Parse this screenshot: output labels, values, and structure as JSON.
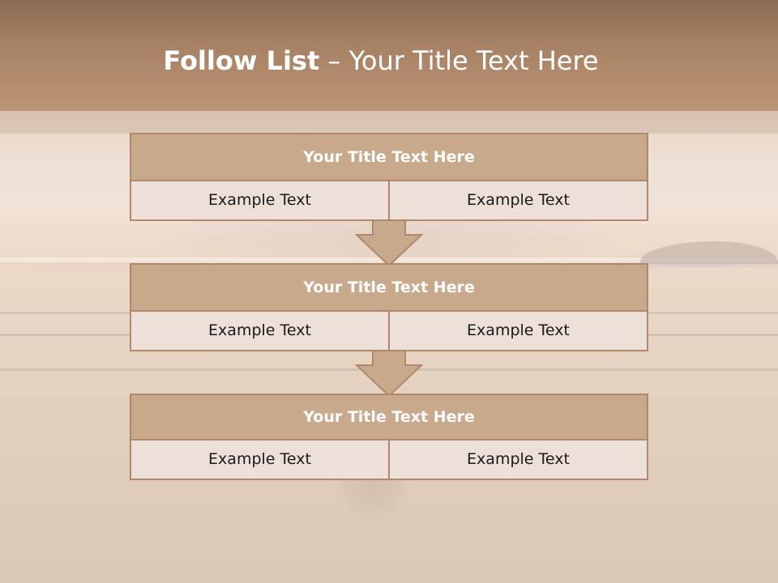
{
  "slide": {
    "title_bold": "Follow List",
    "title_rest": " – Your Title Text Here"
  },
  "blocks": [
    {
      "title": "Your Title Text Here",
      "left": "Example Text",
      "right": "Example Text"
    },
    {
      "title": "Your Title Text Here",
      "left": "Example Text",
      "right": "Example Text"
    },
    {
      "title": "Your Title Text Here",
      "left": "Example Text",
      "right": "Example Text"
    }
  ],
  "colors": {
    "header": "#a98366",
    "block_title_bg": "#c9a98c",
    "block_cell_bg": "#ede0d8",
    "border": "#b0896b"
  },
  "icons": [
    "down-arrow-icon"
  ]
}
